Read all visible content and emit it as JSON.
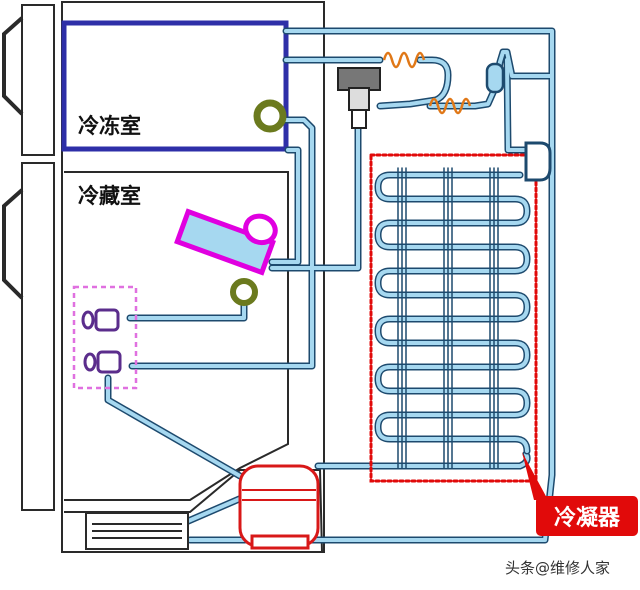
{
  "labels": {
    "freezer": "冷冻室",
    "fridge": "冷藏室",
    "condenser": "冷凝器"
  },
  "watermark": "头条@维修人家",
  "colors": {
    "pipe_outline": "#1d4a6e",
    "pipe_fill": "#a6d8f0",
    "cabinet_outline": "#2a2a2a",
    "freezer_border": "#2e2fa8",
    "evaporator_coil": "#6b7a1e",
    "capillary": "#e07818",
    "solenoid_valve": "#e000e0",
    "condenser_box": "#e10a0a",
    "compressor": "#d81818",
    "dashed_box": "#e070e0"
  }
}
